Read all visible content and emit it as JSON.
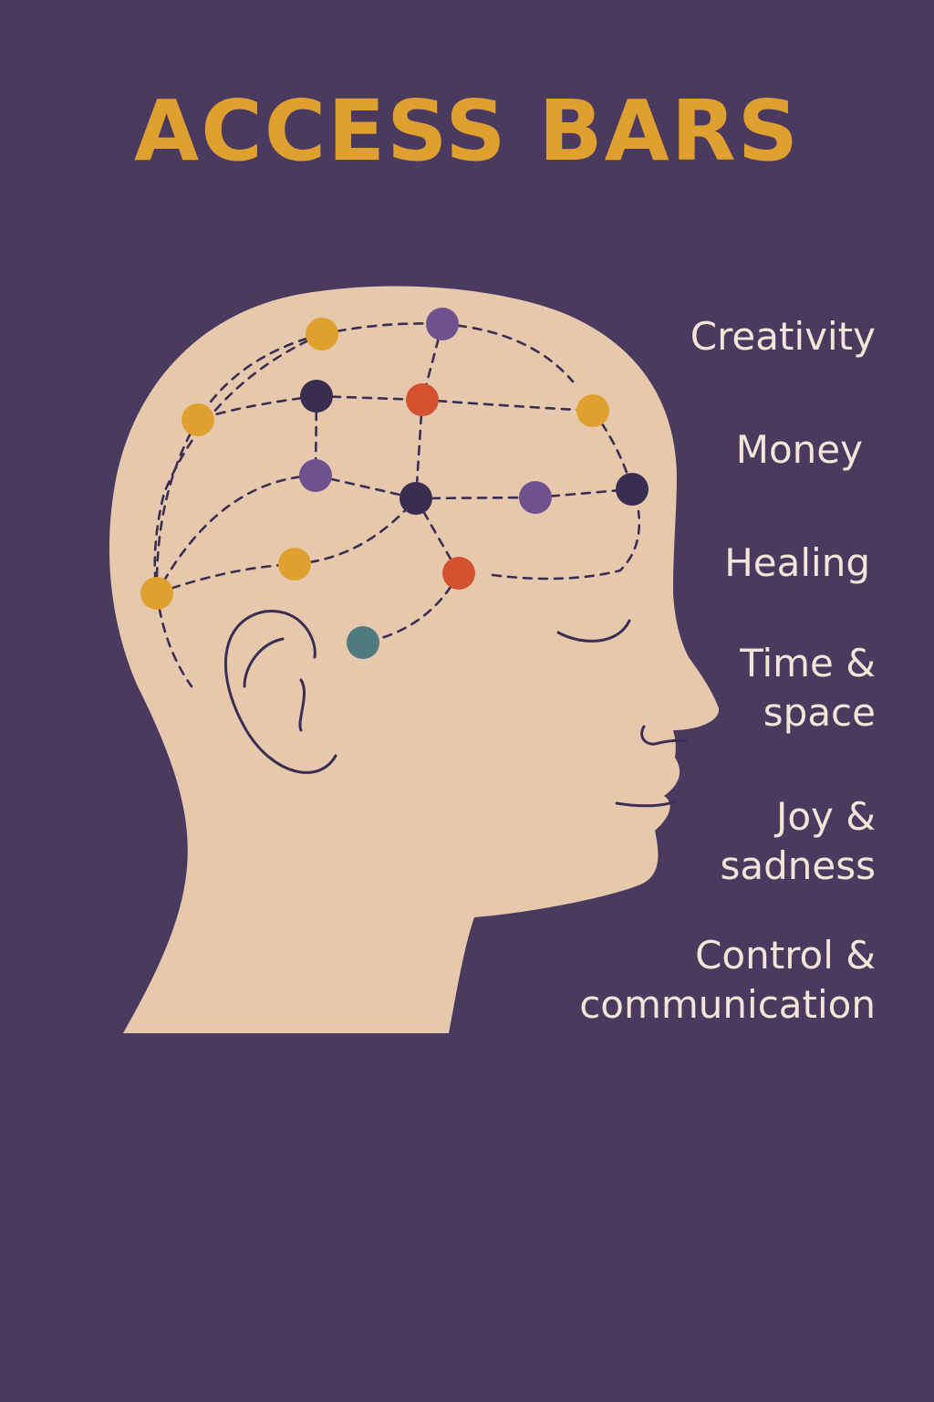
{
  "title": "ACCESS BARS",
  "colors": {
    "background": "#4a3a60",
    "title": "#e0a030",
    "head": "#e6c8ac",
    "label_text": "#f3e6d8",
    "line": "#3b2e55",
    "dot_gold": "#e0a030",
    "dot_purple": "#6e5290",
    "dot_navy": "#3a2d52",
    "dot_red": "#d2522f",
    "dot_teal": "#4f7a80"
  },
  "labels": [
    {
      "key": "creativity",
      "text": "Creativity"
    },
    {
      "key": "money",
      "text": "Money"
    },
    {
      "key": "healing",
      "text": "Healing"
    },
    {
      "key": "time_space",
      "text": "Time &\nspace"
    },
    {
      "key": "joy_sadness",
      "text": "Joy &\nsadness"
    },
    {
      "key": "control_communication",
      "text": "Control &\ncommunication"
    }
  ],
  "icons": [
    "head-silhouette-icon",
    "ear-icon",
    "closed-eye-icon",
    "nose-icon",
    "mouth-icon"
  ]
}
